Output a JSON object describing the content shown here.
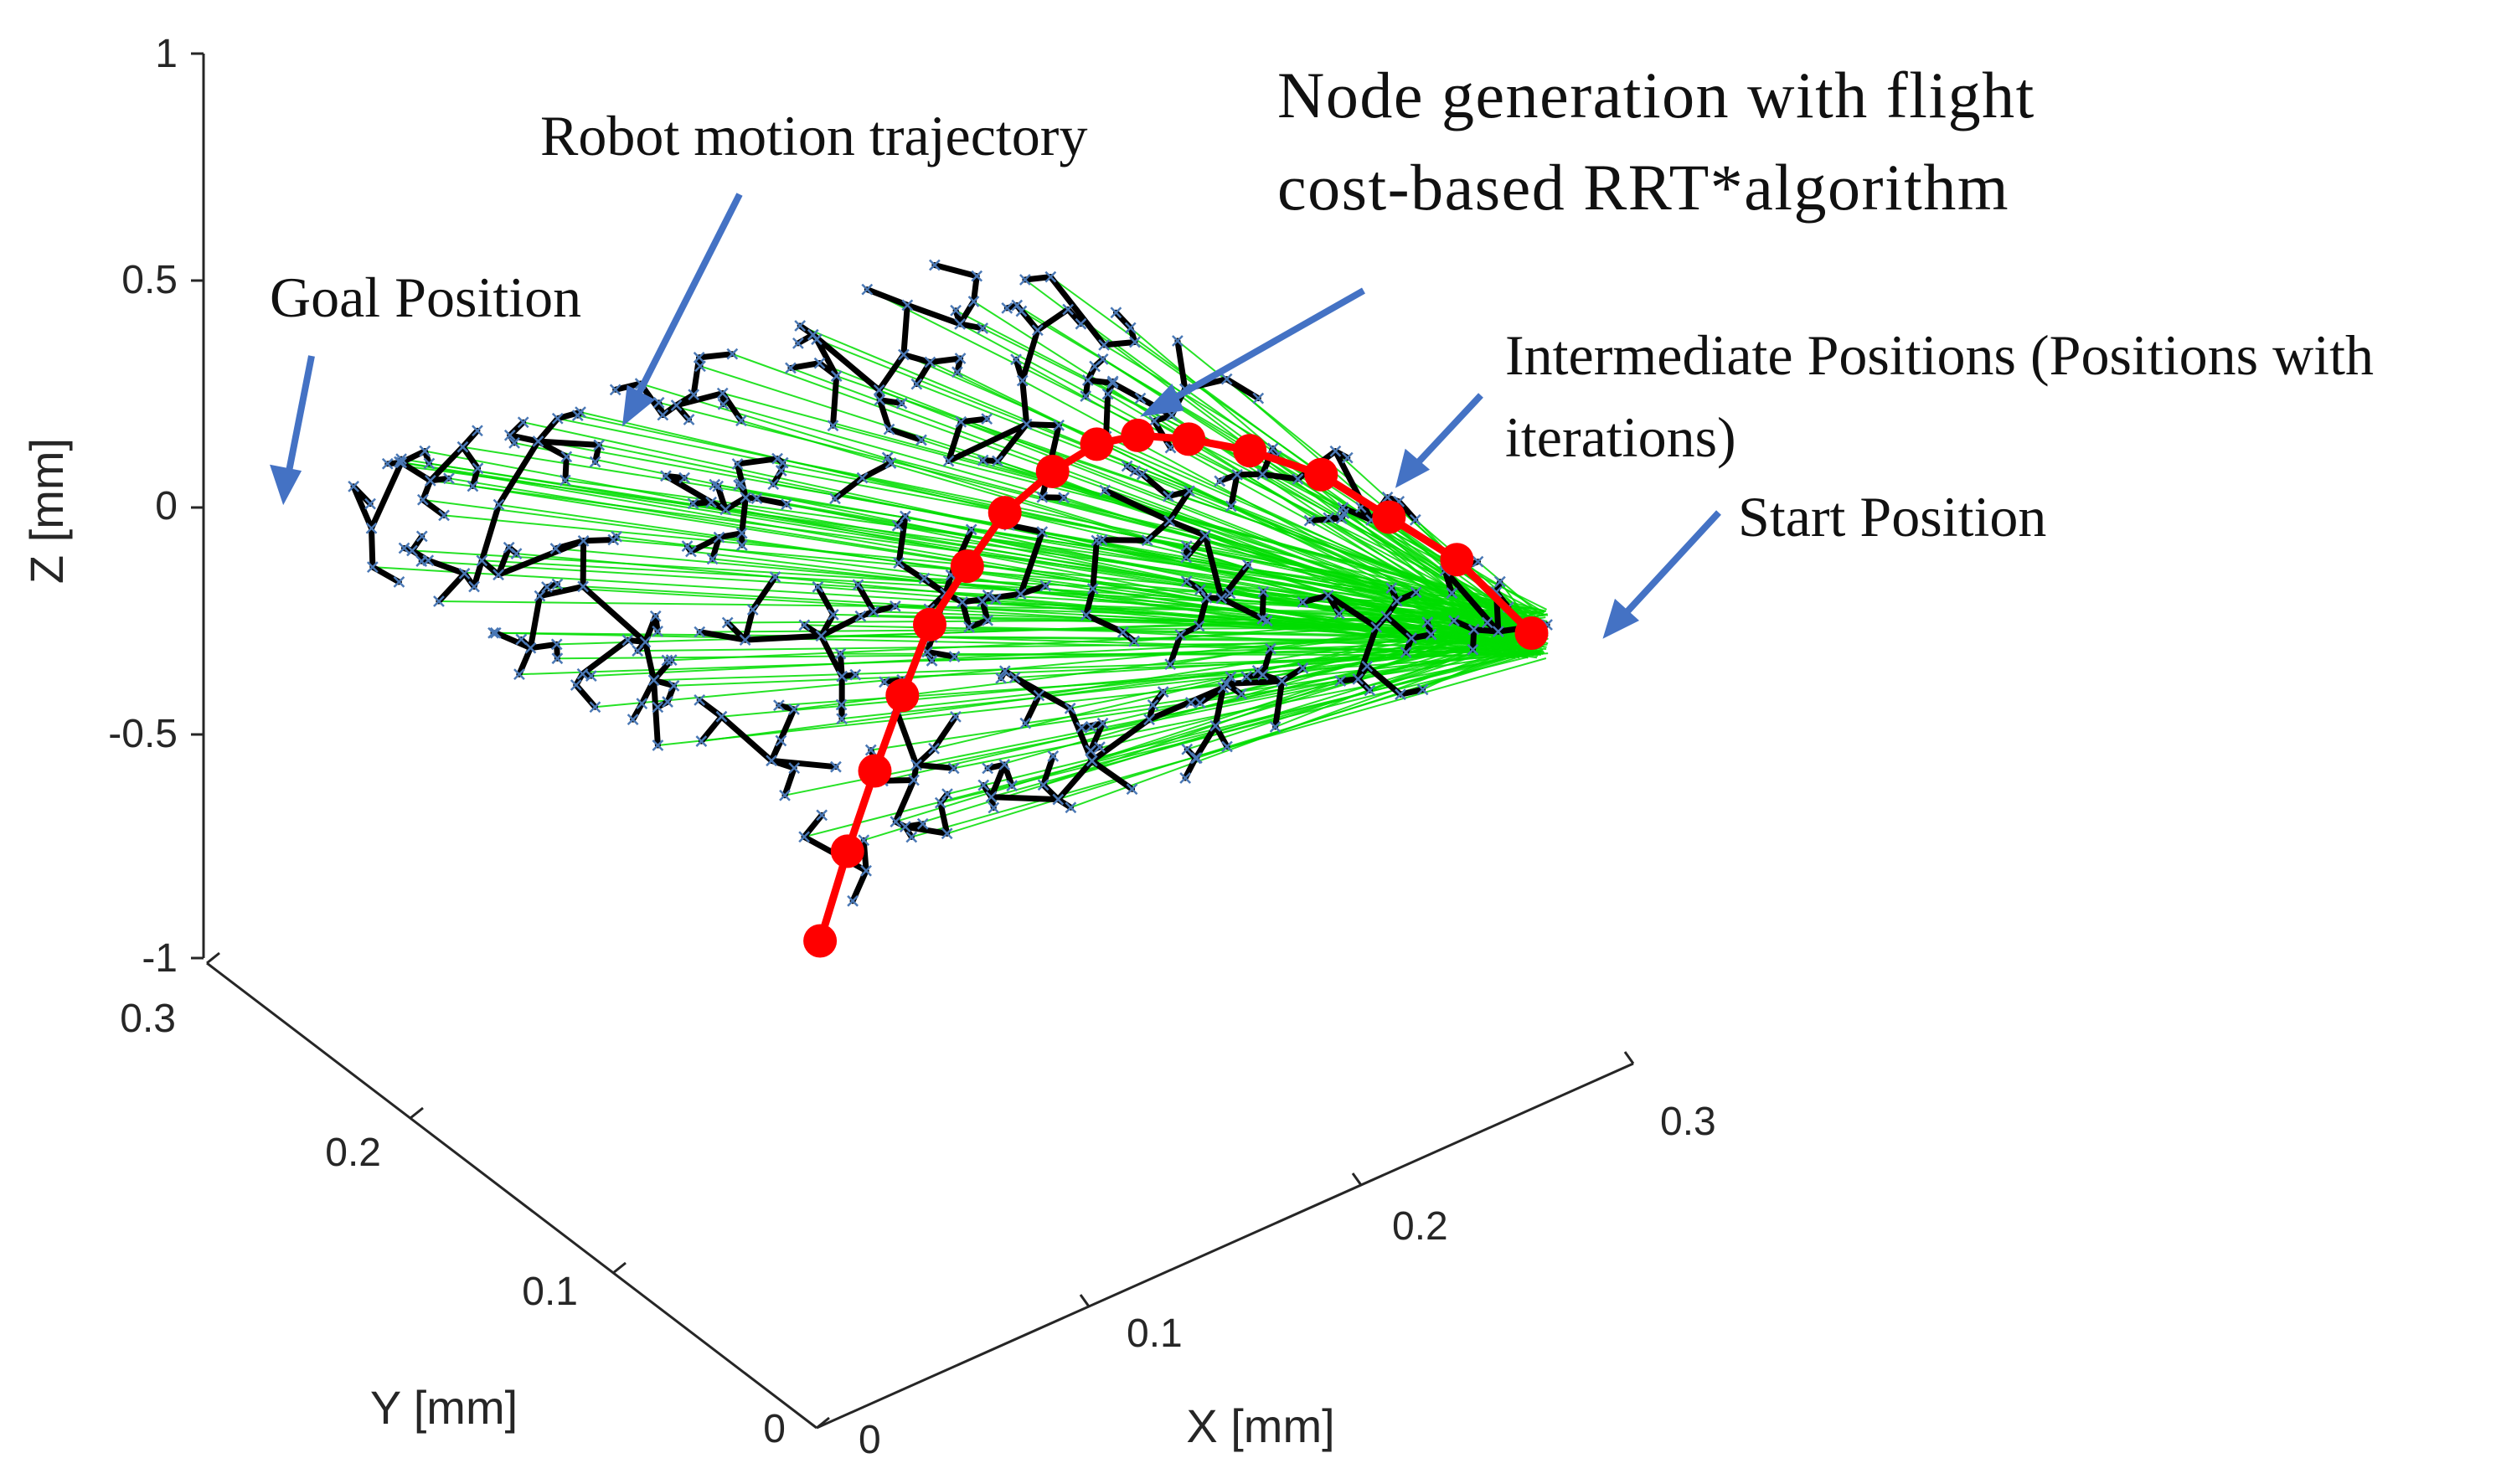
{
  "chart_data": {
    "type": "scatter",
    "projection": "3d",
    "axes": {
      "x": {
        "label": "X [mm]",
        "ticks": [
          "0",
          "0.1",
          "0.2",
          "0.3"
        ],
        "range": [
          0,
          0.3
        ]
      },
      "y": {
        "label": "Y [mm]",
        "ticks": [
          "0",
          "0.1",
          "0.2",
          "0.3"
        ],
        "range": [
          0,
          0.3
        ]
      },
      "z": {
        "label": "Z [mm]",
        "ticks": [
          "1",
          "0.5",
          "0",
          "-0.5",
          "-1"
        ],
        "range": [
          -1,
          1
        ]
      }
    },
    "grid": false,
    "annotations": {
      "node_generation": [
        "Node generation with flight",
        "cost-based RRT*algorithm"
      ],
      "robot_motion": "Robot motion trajectory",
      "goal_position": "Goal Position",
      "intermediate_positions": [
        "Intermediate Positions (Positions with",
        "iterations)"
      ],
      "start_position": "Start Position"
    },
    "trajectory": {
      "color": "#ff0000",
      "x": [
        0.005,
        0.03,
        0.055,
        0.08,
        0.105,
        0.13,
        0.155,
        0.18,
        0.2,
        0.215,
        0.23,
        0.245,
        0.26,
        0.27,
        0.28,
        0.285
      ],
      "y": [
        0.005,
        0.025,
        0.045,
        0.065,
        0.085,
        0.1,
        0.115,
        0.125,
        0.13,
        0.13,
        0.125,
        0.115,
        0.1,
        0.08,
        0.06,
        0.03
      ],
      "z": [
        0.0,
        0.06,
        0.1,
        0.13,
        0.15,
        0.16,
        0.16,
        0.15,
        0.14,
        0.12,
        0.09,
        0.06,
        0.02,
        -0.03,
        -0.08,
        -0.15
      ]
    },
    "colors": {
      "tree_edges": "#000000",
      "connections": "#00dd00",
      "nodes": "#4a78b5",
      "trajectory": "#ff0000",
      "annotation_arrows": "#4472c4"
    }
  }
}
